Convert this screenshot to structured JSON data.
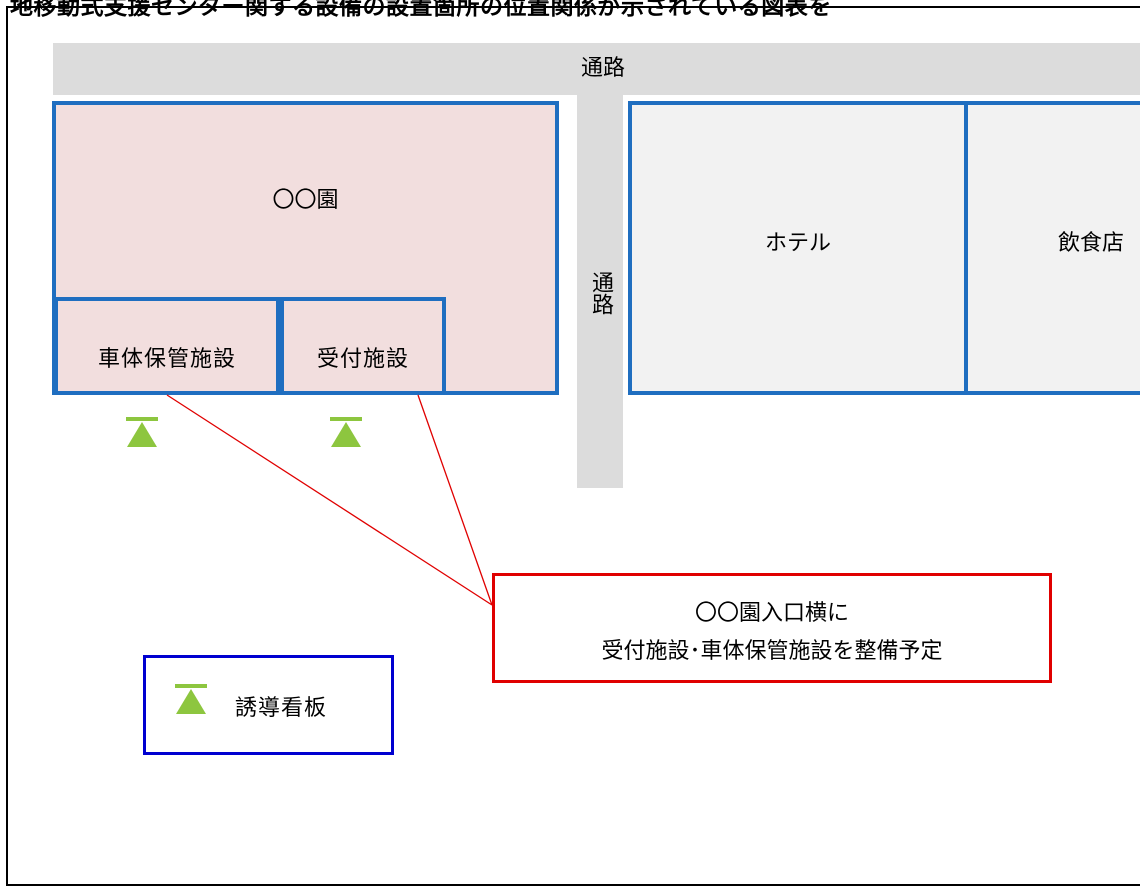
{
  "header": {
    "title": "地移動式支援センター関する設備の設置箇所の位置関係が示されている図表を"
  },
  "map": {
    "road_top": "通路",
    "road_side": "通路",
    "venue": "〇〇園",
    "storage": "車体保管施設",
    "reception": "受付施設",
    "hotel": "ホテル",
    "restaurant": "飲食店"
  },
  "callout": {
    "line1": "〇〇園入口横に",
    "line2": "受付施設･車体保管施設を整備予定"
  },
  "legend": {
    "icon": "guide-sign-icon",
    "label": "誘導看板"
  },
  "colors": {
    "building_border": "#1f6ec0",
    "venue_fill": "#f2dede",
    "building_fill": "#f2f2f2",
    "road": "#dcdcdc",
    "callout_border": "#e00000",
    "legend_border": "#0000d0",
    "sign_icon": "#8dc63f"
  }
}
